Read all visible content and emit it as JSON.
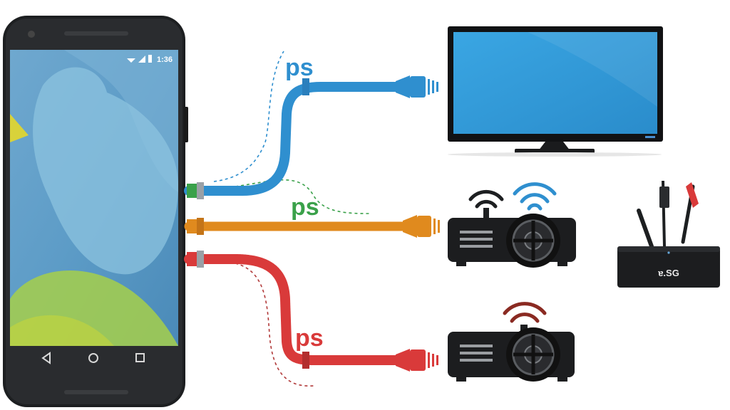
{
  "phone": {
    "status_time": "1:36",
    "nav": {
      "back": "back-icon",
      "home": "home-icon",
      "recents": "recents-icon"
    }
  },
  "cables": [
    {
      "name": "blue-cable",
      "label": "ps",
      "color": "#2f8fcf",
      "label_color": "#2f8fcf",
      "target": "tv"
    },
    {
      "name": "orange-cable",
      "label": "ps",
      "color": "#e08a1e",
      "label_color": "#3aa14a",
      "target": "projector"
    },
    {
      "name": "red-cable",
      "label": "ps",
      "color": "#d93a3a",
      "label_color": "#d93a3a",
      "target": "projector"
    }
  ],
  "devices": {
    "tv": {
      "screen_color": "#2f9ad8"
    },
    "projector_top": {
      "wifi_color": "#2f8fcf"
    },
    "projector_bottom": {
      "wifi_color": "#8a2a22"
    },
    "set_top_box": {
      "label": "ɐ.SG",
      "plug_color": "#d93a3a"
    }
  }
}
